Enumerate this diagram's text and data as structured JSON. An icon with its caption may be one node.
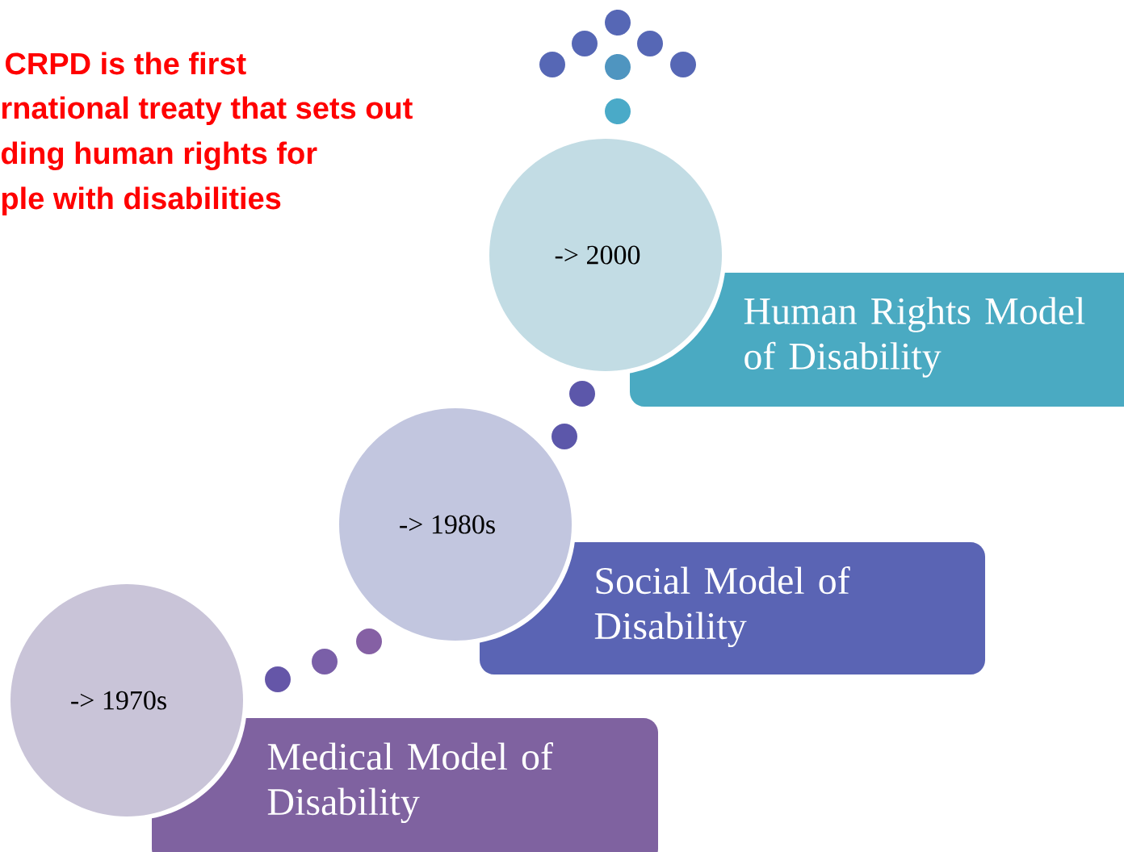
{
  "diagram": {
    "nodes": [
      {
        "text": [
          "-> 1970s"
        ]
      },
      {
        "text": [
          "Medical Model of Disability"
        ]
      },
      {
        "text": [
          "-> 1980s"
        ]
      },
      {
        "text": [
          "Social Model of Disability"
        ]
      },
      {
        "text": [
          "-> 2000"
        ]
      },
      {
        "text": [
          "Human Rights Model of Disability"
        ]
      }
    ],
    "labels": [
      "CRPD is the first",
      "rnational treaty that sets out",
      "ding human rights for",
      "ple with disabilities"
    ]
  }
}
